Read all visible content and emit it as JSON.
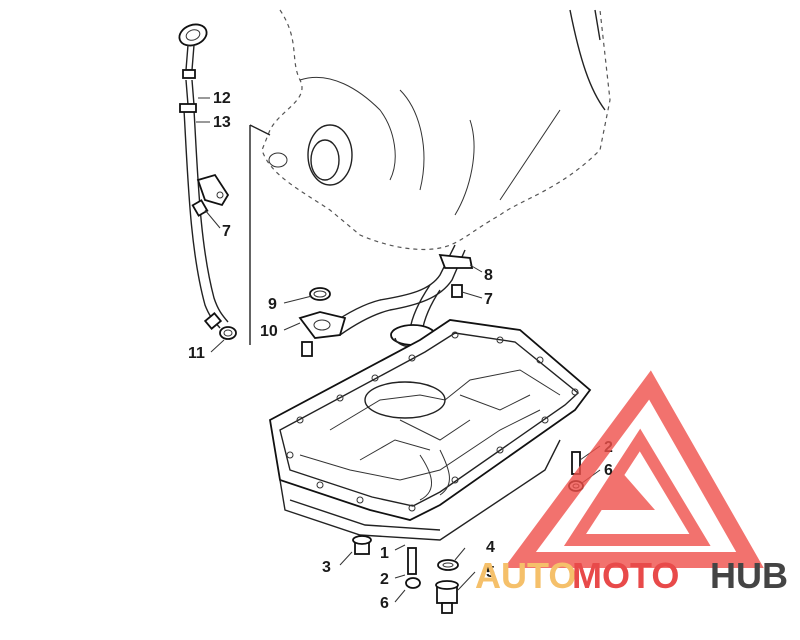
{
  "callouts": {
    "c12": "12",
    "c13": "13",
    "c7a": "7",
    "c8": "8",
    "c7b": "7",
    "c9": "9",
    "c10": "10",
    "c11": "11",
    "c2r": "2",
    "c6r": "6",
    "c1": "1",
    "c2b": "2",
    "c3": "3",
    "c6b": "6",
    "c4": "4",
    "c5": "5"
  },
  "watermark": {
    "part1": "AUTO",
    "part2": "MOTO",
    "part3": "HUB",
    "color_light": "#f5c06a",
    "color_orange": "#f07a2a",
    "color_red": "#e84a4a",
    "color_dark": "#444444",
    "logo_color": "#f0504a"
  }
}
